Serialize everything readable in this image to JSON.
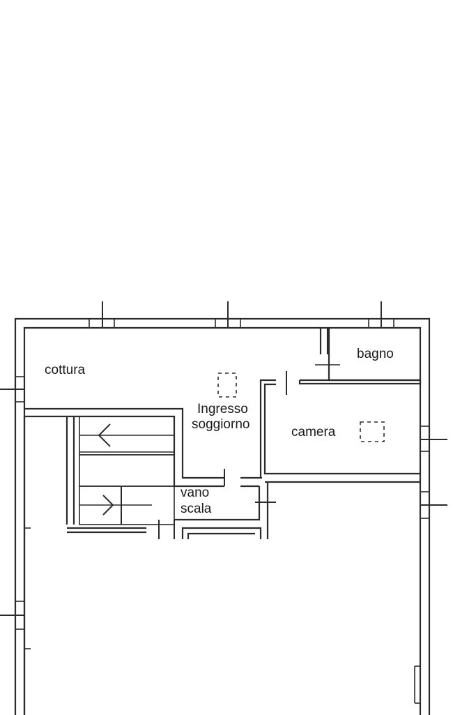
{
  "rooms": {
    "cottura": "cottura",
    "bagno": "bagno",
    "ingresso": "Ingresso",
    "soggiorno": "soggiorno",
    "camera": "camera",
    "vano": "vano",
    "scala": "scala"
  }
}
